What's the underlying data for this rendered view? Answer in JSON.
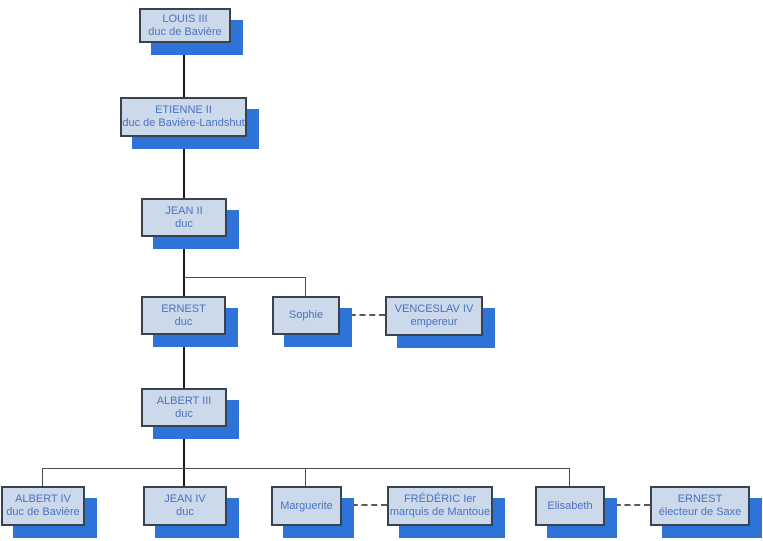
{
  "colors": {
    "node_fill": "#ccd9ea",
    "node_border": "#3a424e",
    "node_text": "#4a72c2",
    "shadow_blue": "#2e74d8",
    "line_color": "#4d4d4d",
    "spine_color": "#1c1c1c",
    "dash_color": "#595959",
    "canvas_bg": "#ffffff"
  },
  "nodes": [
    {
      "name": "LOUIS III",
      "title": "duc de Bavière"
    },
    {
      "name": "ETIENNE II",
      "title": "duc de Bavière-Landshut"
    },
    {
      "name": "JEAN II",
      "title": "duc"
    },
    {
      "name": "ERNEST",
      "title": "duc"
    },
    {
      "name": "Sophie"
    },
    {
      "name": "VENCESLAV IV",
      "title": "empereur"
    },
    {
      "name": "ALBERT III",
      "title": "duc"
    },
    {
      "name": "ALBERT IV",
      "title": "duc de Bavière"
    },
    {
      "name": "JEAN IV",
      "title": "duc"
    },
    {
      "name": "Marguerite"
    },
    {
      "name": "FRÉDÉRIC Ier",
      "title": "marquis de Mantoue"
    },
    {
      "name": "Elisabeth"
    },
    {
      "name": "ERNEST",
      "title": "électeur de Saxe"
    }
  ]
}
